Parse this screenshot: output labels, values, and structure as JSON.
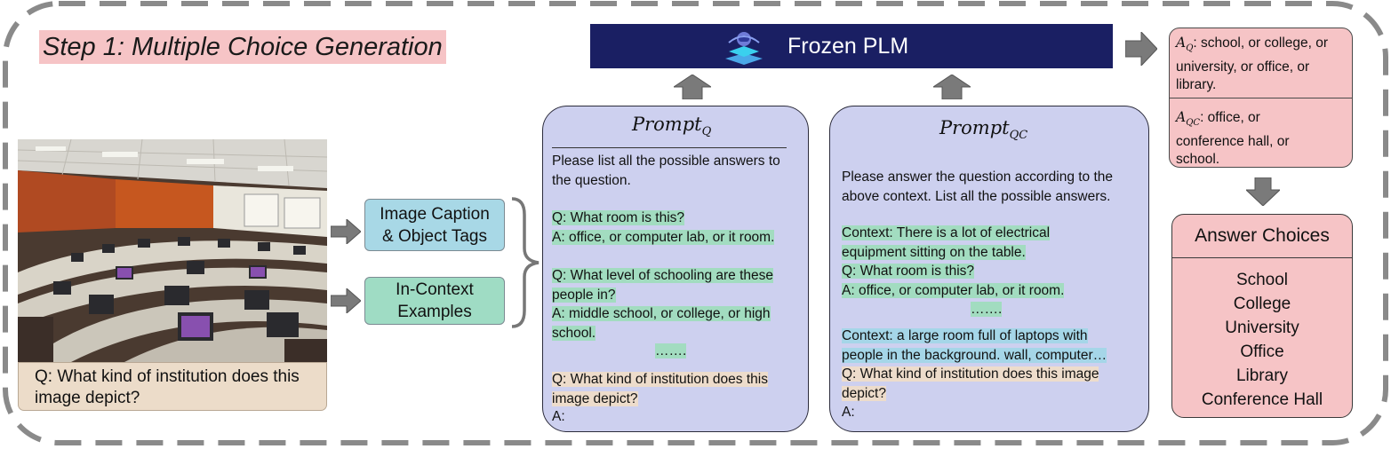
{
  "step_title": "Step 1: Multiple Choice Generation",
  "image_question": "Q: What kind of institution does this image depict?",
  "caption_box": {
    "line1": "Image Caption",
    "line2": "& Object Tags"
  },
  "incontext_box": {
    "line1": "In-Context",
    "line2": "Examples"
  },
  "plm_label": "Frozen PLM",
  "prompt_q": {
    "title_main": "Prompt",
    "title_sub": "Q",
    "instruction": [
      "Please list all the possible answers to",
      "the question."
    ],
    "example1": [
      "Q: What room is this?",
      "A: office, or computer lab, or it room."
    ],
    "example2": [
      "Q: What level of schooling are these",
      "people in?",
      "A: middle school, or college, or high",
      "school."
    ],
    "ellipsis": "…….",
    "query": [
      "Q: What kind of institution does this",
      "image depict?"
    ],
    "answer_stub": "A:"
  },
  "prompt_qc": {
    "title_main": "Prompt",
    "title_sub": "QC",
    "instruction": [
      "Please answer the question according to the",
      "above context. List all the possible answers."
    ],
    "example1": [
      "Context: There is a lot of electrical",
      "equipment sitting on the table.",
      "Q: What room is this?",
      "A: office, or computer lab, or it room."
    ],
    "ellipsis": "…….",
    "context2": [
      "Context: a large room full of laptops with",
      "people in the background. wall, computer…"
    ],
    "query": [
      "Q: What kind of institution does this image",
      "depict?"
    ],
    "answer_stub": "A:"
  },
  "aq": {
    "sym_main": "A",
    "sym_sub": "Q",
    "lines": [
      ": school, or college, or",
      "university, or office, or",
      "library."
    ]
  },
  "aqc": {
    "sym_main": "A",
    "sym_sub": "QC",
    "lines": [
      ": office, or",
      "conference hall, or",
      "school."
    ]
  },
  "answer_choices": {
    "title": "Answer Choices",
    "items": [
      "School",
      "College",
      "University",
      "Office",
      "Library",
      "Conference Hall"
    ]
  },
  "colors": {
    "title_bg": "#f6c4c6",
    "plm_bg": "#1a1f63",
    "prompt_bg": "#cdd0ef",
    "highlight_green": "#a2dcc0",
    "highlight_orange": "#eddccb",
    "highlight_blue": "#a5d6e8",
    "answer_bg": "#f6c4c6"
  }
}
